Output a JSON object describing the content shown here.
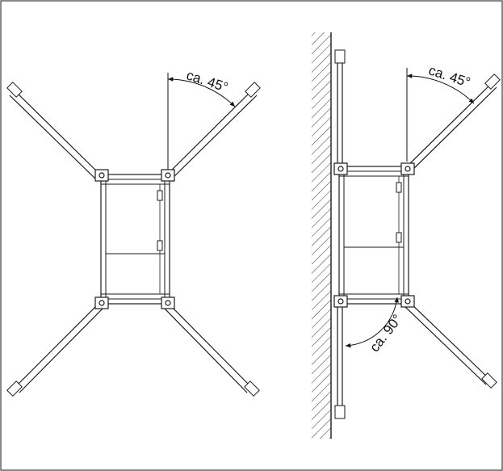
{
  "colors": {
    "line": "#1a1a1a",
    "fill": "#ffffff",
    "hatch": "#333333",
    "frame": "#3a3a3a"
  },
  "left_view": {
    "angle_label": "ca. 45°"
  },
  "right_view": {
    "angle_label_top": "ca. 45°",
    "angle_label_bottom": "ca. 90°"
  }
}
